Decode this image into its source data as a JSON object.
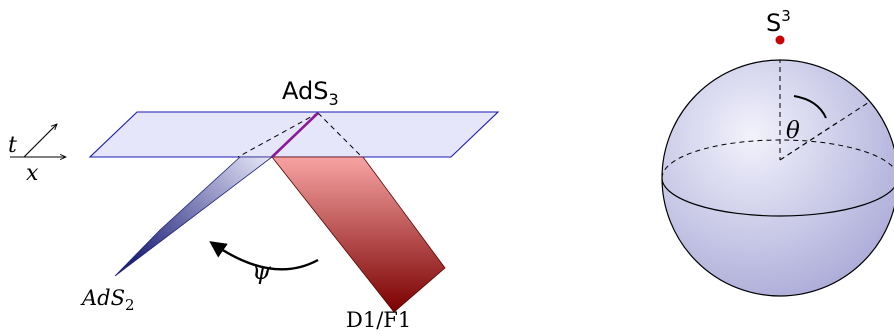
{
  "left_figure": {
    "plane_label": "AdS",
    "plane_label_sub": "3",
    "axis_t_label": "t",
    "axis_x_label": "x",
    "brane_left_label": "AdS",
    "brane_left_label_sub": "2",
    "angle_label": "ψ",
    "brane_right_label": "D1/F1"
  },
  "right_figure": {
    "sphere_label": "S",
    "sphere_label_sup": "3",
    "angle_label": "θ"
  },
  "colors": {
    "plane_fill": "#e6e6fb",
    "plane_stroke": "#1a1ab4",
    "brane_red_light": "#f7a3a3",
    "brane_red_dark": "#7a0000",
    "brane_blue_light": "#e8e8fa",
    "brane_blue_dark": "#1e2278",
    "intersection_line": "#8a1a9a",
    "sphere_light": "#f2f2fc",
    "sphere_dark": "#aaaad8",
    "north_pole_dot": "#cc0000"
  }
}
